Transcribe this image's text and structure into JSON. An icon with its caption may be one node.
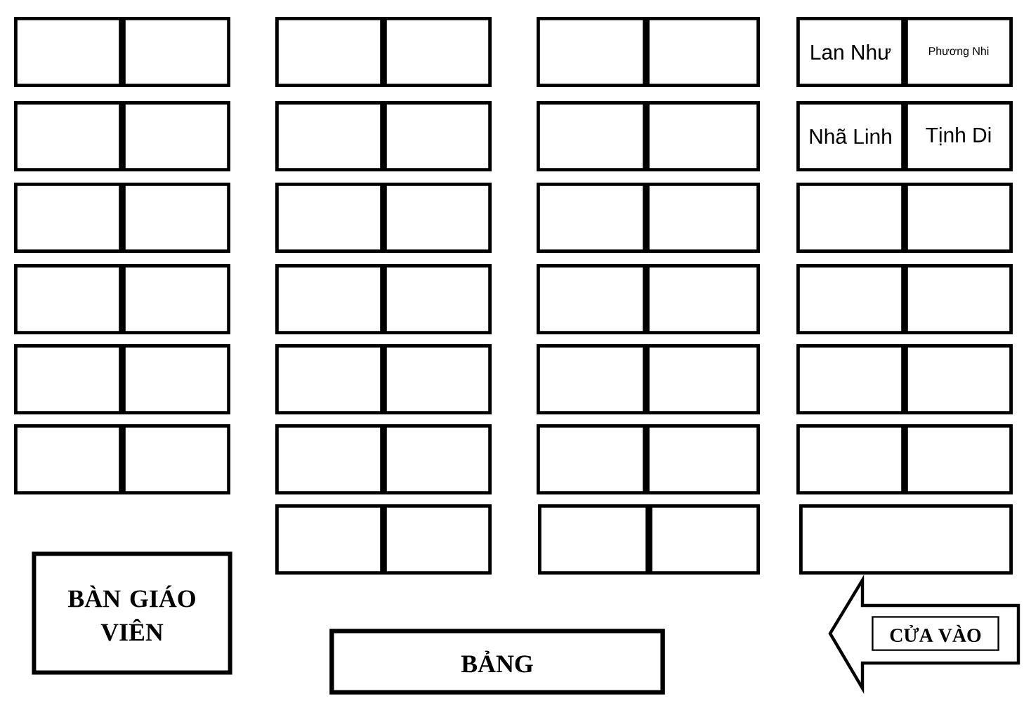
{
  "diagram": {
    "nodes": [
      {
        "text": [],
        "shape": "box"
      },
      {
        "text": [],
        "shape": "box"
      },
      {
        "text": [],
        "shape": "box"
      },
      {
        "text": [],
        "shape": "box"
      },
      {
        "text": [],
        "shape": "box"
      },
      {
        "text": [],
        "shape": "box"
      },
      {
        "text": [
          "Lan Như"
        ]
      },
      {
        "text": [
          "Phương Nhi"
        ]
      },
      {
        "text": [],
        "shape": "box"
      },
      {
        "text": [],
        "shape": "box"
      },
      {
        "text": [],
        "shape": "box"
      },
      {
        "text": [],
        "shape": "box"
      },
      {
        "text": [],
        "shape": "box"
      },
      {
        "text": [],
        "shape": "box"
      },
      {
        "text": [
          "Nhã Linh"
        ]
      },
      {
        "text": [
          "Tịnh Di"
        ]
      },
      {
        "text": [],
        "shape": "box"
      },
      {
        "text": [],
        "shape": "box"
      },
      {
        "text": [],
        "shape": "box"
      },
      {
        "text": [],
        "shape": "box"
      },
      {
        "text": [],
        "shape": "box"
      },
      {
        "text": [],
        "shape": "box"
      },
      {
        "text": [],
        "shape": "box"
      },
      {
        "text": [],
        "shape": "box"
      },
      {
        "text": [],
        "shape": "box"
      },
      {
        "text": [],
        "shape": "box"
      },
      {
        "text": [],
        "shape": "box"
      },
      {
        "text": [],
        "shape": "box"
      },
      {
        "text": [],
        "shape": "box"
      },
      {
        "text": [],
        "shape": "box"
      },
      {
        "text": [],
        "shape": "box"
      },
      {
        "text": [],
        "shape": "box"
      },
      {
        "text": [],
        "shape": "box"
      },
      {
        "text": [],
        "shape": "box"
      },
      {
        "text": [],
        "shape": "box"
      },
      {
        "text": [],
        "shape": "box"
      },
      {
        "text": [],
        "shape": "box"
      },
      {
        "text": [],
        "shape": "box"
      },
      {
        "text": [],
        "shape": "box"
      },
      {
        "text": [],
        "shape": "box"
      },
      {
        "text": [],
        "shape": "box"
      },
      {
        "text": [],
        "shape": "box"
      },
      {
        "text": [],
        "shape": "box"
      },
      {
        "text": [],
        "shape": "box"
      },
      {
        "text": [],
        "shape": "box"
      },
      {
        "text": [],
        "shape": "box"
      },
      {
        "text": [],
        "shape": "box"
      },
      {
        "text": [],
        "shape": "box"
      },
      {
        "text": [],
        "shape": "box"
      },
      {
        "text": [],
        "shape": "box"
      },
      {
        "text": [],
        "shape": "box"
      },
      {
        "text": [],
        "shape": "box"
      },
      {
        "text": [],
        "shape": "box"
      },
      {
        "text": [
          "BÀN GIÁO VIÊN"
        ]
      },
      {
        "text": [
          "BẢNG"
        ]
      },
      {
        "text": [
          "CỬA VÀO"
        ]
      }
    ],
    "edges": []
  }
}
